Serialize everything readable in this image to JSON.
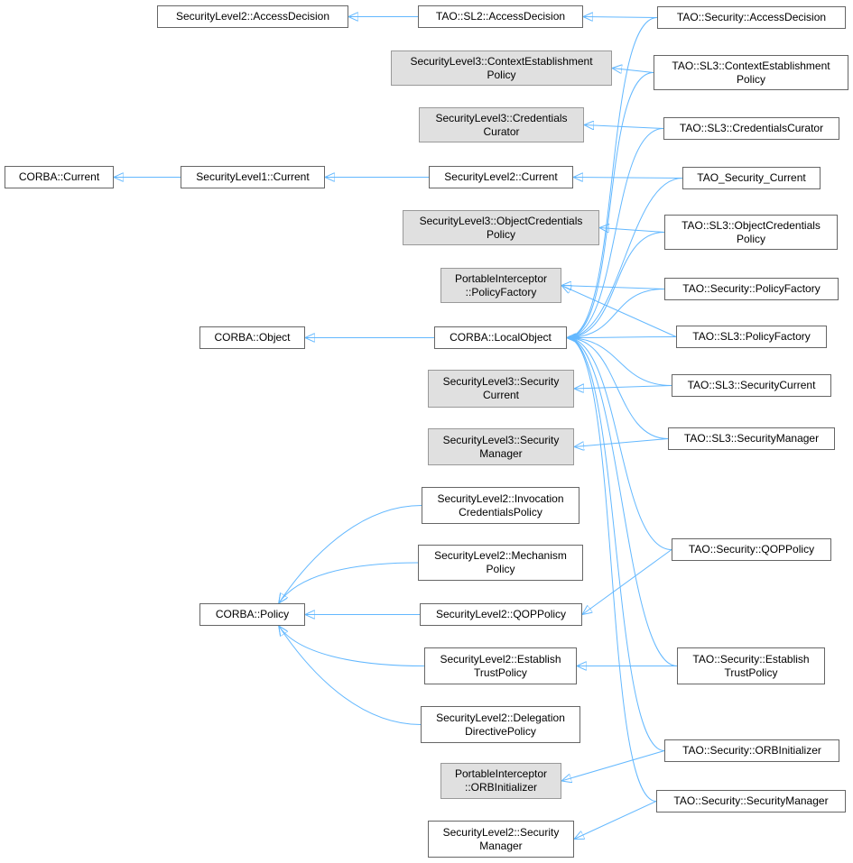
{
  "diagram": {
    "edge_color": "#63b8ff",
    "external_fill": "#e0e0e0",
    "nodes": {
      "sl2_accessdecision": {
        "label": "SecurityLevel2::AccessDecision",
        "external": false
      },
      "tao_sl2_accessdecision": {
        "label": "TAO::SL2::AccessDecision",
        "external": false
      },
      "tao_sec_accessdecision": {
        "label": "TAO::Security::AccessDecision",
        "external": false
      },
      "sl3_ctx_policy": {
        "label": "SecurityLevel3::ContextEstablishment\nPolicy",
        "external": true
      },
      "tao_sl3_ctx_policy": {
        "label": "TAO::SL3::ContextEstablishment\nPolicy",
        "external": false
      },
      "sl3_credcurator": {
        "label": "SecurityLevel3::Credentials\nCurator",
        "external": true
      },
      "tao_sl3_credcurator": {
        "label": "TAO::SL3::CredentialsCurator",
        "external": false
      },
      "corba_current": {
        "label": "CORBA::Current",
        "external": false
      },
      "sl1_current": {
        "label": "SecurityLevel1::Current",
        "external": false
      },
      "sl2_current": {
        "label": "SecurityLevel2::Current",
        "external": false
      },
      "tao_security_current": {
        "label": "TAO_Security_Current",
        "external": false
      },
      "sl3_objcred_policy": {
        "label": "SecurityLevel3::ObjectCredentials\nPolicy",
        "external": true
      },
      "tao_sl3_objcred_policy": {
        "label": "TAO::SL3::ObjectCredentials\nPolicy",
        "external": false
      },
      "pi_policyfactory": {
        "label": "PortableInterceptor\n::PolicyFactory",
        "external": true
      },
      "tao_sec_policyfactory": {
        "label": "TAO::Security::PolicyFactory",
        "external": false
      },
      "corba_object": {
        "label": "CORBA::Object",
        "external": false
      },
      "corba_localobject": {
        "label": "CORBA::LocalObject",
        "external": false
      },
      "tao_sl3_policyfactory": {
        "label": "TAO::SL3::PolicyFactory",
        "external": false
      },
      "sl3_seccurrent": {
        "label": "SecurityLevel3::Security\nCurrent",
        "external": true
      },
      "tao_sl3_seccurrent": {
        "label": "TAO::SL3::SecurityCurrent",
        "external": false
      },
      "sl3_secmanager": {
        "label": "SecurityLevel3::Security\nManager",
        "external": true
      },
      "tao_sl3_secmanager": {
        "label": "TAO::SL3::SecurityManager",
        "external": false
      },
      "sl2_invcred_policy": {
        "label": "SecurityLevel2::Invocation\nCredentialsPolicy",
        "external": false
      },
      "sl2_mech_policy": {
        "label": "SecurityLevel2::Mechanism\nPolicy",
        "external": false
      },
      "tao_sec_qoppolicy": {
        "label": "TAO::Security::QOPPolicy",
        "external": false
      },
      "corba_policy": {
        "label": "CORBA::Policy",
        "external": false
      },
      "sl2_qoppolicy": {
        "label": "SecurityLevel2::QOPPolicy",
        "external": false
      },
      "sl2_esttrust_policy": {
        "label": "SecurityLevel2::Establish\nTrustPolicy",
        "external": false
      },
      "tao_sec_esttrust_policy": {
        "label": "TAO::Security::Establish\nTrustPolicy",
        "external": false
      },
      "sl2_deldir_policy": {
        "label": "SecurityLevel2::Delegation\nDirectivePolicy",
        "external": false
      },
      "tao_sec_orbinit": {
        "label": "TAO::Security::ORBInitializer",
        "external": false
      },
      "pi_orbinit": {
        "label": "PortableInterceptor\n::ORBInitializer",
        "external": true
      },
      "tao_sec_secmanager": {
        "label": "TAO::Security::SecurityManager",
        "external": false
      },
      "sl2_secmanager": {
        "label": "SecurityLevel2::Security\nManager",
        "external": false
      }
    },
    "edges": [
      {
        "from": "tao_sl2_accessdecision",
        "to": "sl2_accessdecision"
      },
      {
        "from": "tao_sec_accessdecision",
        "to": "tao_sl2_accessdecision"
      },
      {
        "from": "tao_sl3_ctx_policy",
        "to": "sl3_ctx_policy"
      },
      {
        "from": "tao_sl3_credcurator",
        "to": "sl3_credcurator"
      },
      {
        "from": "sl1_current",
        "to": "corba_current"
      },
      {
        "from": "sl2_current",
        "to": "sl1_current"
      },
      {
        "from": "tao_security_current",
        "to": "sl2_current"
      },
      {
        "from": "tao_sl3_objcred_policy",
        "to": "sl3_objcred_policy"
      },
      {
        "from": "tao_sec_policyfactory",
        "to": "pi_policyfactory"
      },
      {
        "from": "tao_sl3_policyfactory",
        "to": "pi_policyfactory"
      },
      {
        "from": "corba_localobject",
        "to": "corba_object"
      },
      {
        "from": "tao_sl3_seccurrent",
        "to": "sl3_seccurrent"
      },
      {
        "from": "tao_sl3_secmanager",
        "to": "sl3_secmanager"
      },
      {
        "from": "sl2_invcred_policy",
        "to": "corba_policy"
      },
      {
        "from": "sl2_mech_policy",
        "to": "corba_policy"
      },
      {
        "from": "sl2_qoppolicy",
        "to": "corba_policy"
      },
      {
        "from": "sl2_esttrust_policy",
        "to": "corba_policy"
      },
      {
        "from": "sl2_deldir_policy",
        "to": "corba_policy"
      },
      {
        "from": "tao_sec_qoppolicy",
        "to": "sl2_qoppolicy"
      },
      {
        "from": "tao_sec_esttrust_policy",
        "to": "sl2_esttrust_policy"
      },
      {
        "from": "tao_sec_orbinit",
        "to": "pi_orbinit"
      },
      {
        "from": "tao_sec_secmanager",
        "to": "sl2_secmanager"
      },
      {
        "from": "tao_sec_accessdecision",
        "to": "corba_localobject"
      },
      {
        "from": "tao_sl3_ctx_policy",
        "to": "corba_localobject"
      },
      {
        "from": "tao_sl3_credcurator",
        "to": "corba_localobject"
      },
      {
        "from": "tao_security_current",
        "to": "corba_localobject"
      },
      {
        "from": "tao_sl3_objcred_policy",
        "to": "corba_localobject"
      },
      {
        "from": "tao_sec_policyfactory",
        "to": "corba_localobject"
      },
      {
        "from": "tao_sl3_policyfactory",
        "to": "corba_localobject"
      },
      {
        "from": "tao_sl3_seccurrent",
        "to": "corba_localobject"
      },
      {
        "from": "tao_sl3_secmanager",
        "to": "corba_localobject"
      },
      {
        "from": "tao_sec_qoppolicy",
        "to": "corba_localobject"
      },
      {
        "from": "tao_sec_esttrust_policy",
        "to": "corba_localobject"
      },
      {
        "from": "tao_sec_orbinit",
        "to": "corba_localobject"
      },
      {
        "from": "tao_sec_secmanager",
        "to": "corba_localobject"
      }
    ]
  }
}
